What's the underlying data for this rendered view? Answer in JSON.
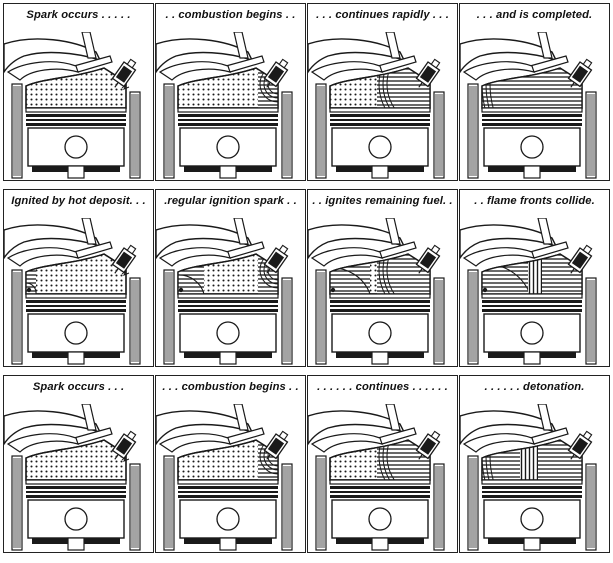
{
  "rows": [
    {
      "panels": [
        {
          "caption": "Spark occurs . . . . .",
          "stage": 0,
          "mode": "normal"
        },
        {
          "caption": ". . combustion begins . .",
          "stage": 1,
          "mode": "normal"
        },
        {
          "caption": ". . . continues rapidly . . .",
          "stage": 2,
          "mode": "normal"
        },
        {
          "caption": ". . . and is completed.",
          "stage": 3,
          "mode": "normal"
        }
      ]
    },
    {
      "panels": [
        {
          "caption": "Ignited by hot deposit. . .",
          "stage": 0,
          "mode": "preignition"
        },
        {
          "caption": ".regular ignition spark . .",
          "stage": 1,
          "mode": "preignition"
        },
        {
          "caption": ". . ignites remaining fuel. .",
          "stage": 2,
          "mode": "preignition"
        },
        {
          "caption": ". . flame fronts collide.",
          "stage": 3,
          "mode": "preignition"
        }
      ]
    },
    {
      "panels": [
        {
          "caption": "Spark occurs . . .",
          "stage": 0,
          "mode": "detonation"
        },
        {
          "caption": ". . . combustion begins . .",
          "stage": 1,
          "mode": "detonation"
        },
        {
          "caption": ". . . . . . continues . . . . . .",
          "stage": 2,
          "mode": "detonation"
        },
        {
          "caption": ". . . . . . detonation.",
          "stage": 3,
          "mode": "detonation"
        }
      ]
    }
  ],
  "colors": {
    "ink": "#1a1a1a",
    "paper": "#ffffff"
  }
}
